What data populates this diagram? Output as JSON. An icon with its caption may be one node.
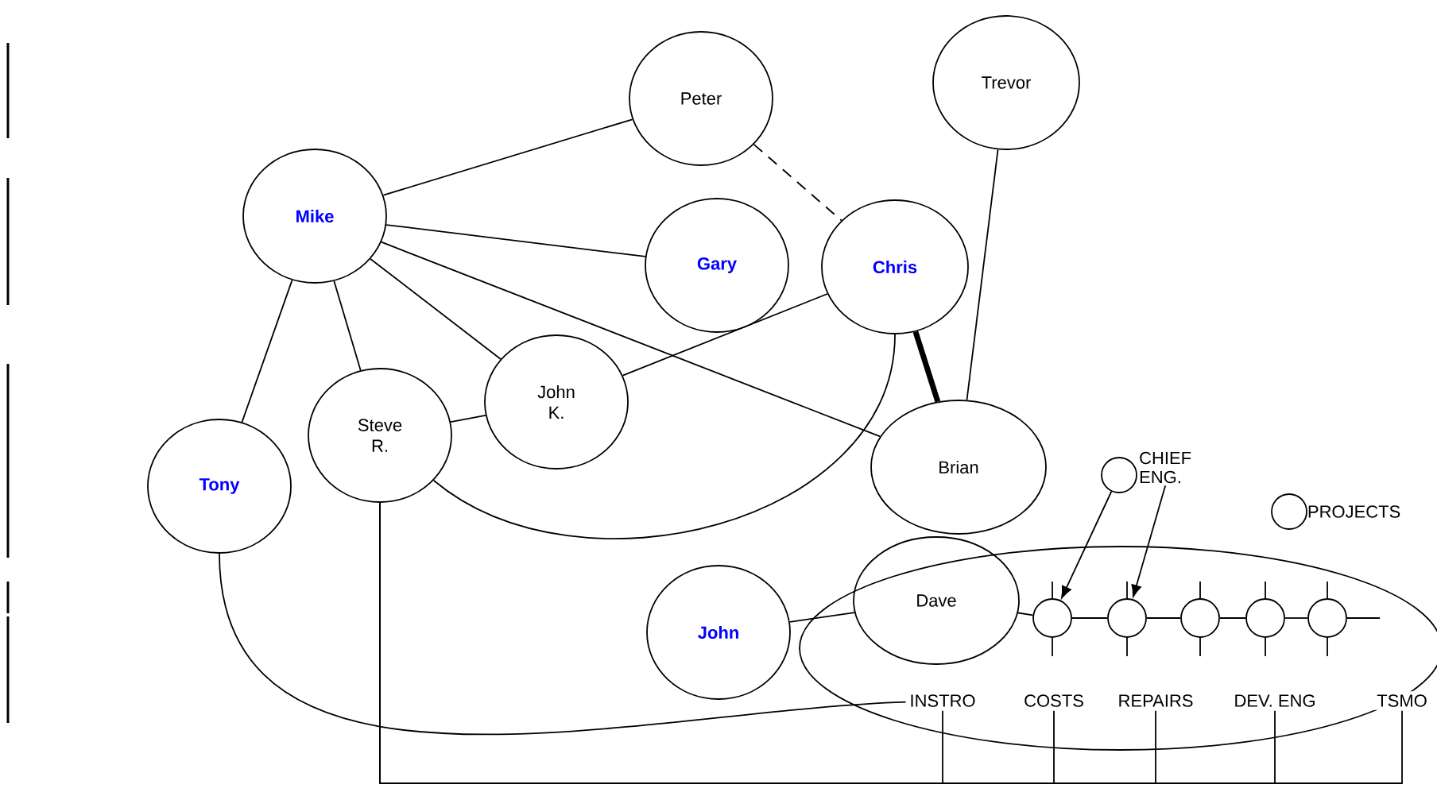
{
  "diagram": {
    "nodes": [
      {
        "text": [
          "Peter"
        ]
      },
      {
        "text": [
          "Trevor"
        ]
      },
      {
        "text": [
          "Mike"
        ]
      },
      {
        "text": [
          "Gary"
        ]
      },
      {
        "text": [
          "Chris"
        ]
      },
      {
        "text": [
          "John K."
        ]
      },
      {
        "text": [
          "Steve R."
        ]
      },
      {
        "text": [
          "Tony"
        ]
      },
      {
        "text": [
          "Brian"
        ]
      },
      {
        "text": [],
        "shape": "circle",
        "beside": [
          "CHIEF ENG."
        ]
      },
      {
        "text": [],
        "shape": "ellipse"
      },
      {
        "text": [
          "Dave"
        ],
        "in": 10
      },
      {
        "text": [],
        "shape": "circle",
        "in": 10
      },
      {
        "text": [],
        "shape": "circle",
        "in": 10
      },
      {
        "text": [],
        "shape": "circle",
        "in": 10
      },
      {
        "text": [],
        "shape": "circle",
        "in": 10
      },
      {
        "text": [],
        "shape": "circle",
        "in": 10
      },
      {
        "text": [
          "John"
        ]
      },
      {
        "text": [
          "INSTRO"
        ],
        "in": 10
      },
      {
        "text": [
          "COSTS"
        ],
        "in": 10
      },
      {
        "text": [
          "REPAIRS"
        ],
        "in": 10
      },
      {
        "text": [
          "DEV. ENG"
        ],
        "in": 10
      },
      {
        "text": [
          "TSMO"
        ]
      }
    ],
    "edges": [
      {
        "from": 2,
        "to": 0,
        "arrow": "none"
      },
      {
        "from": 0,
        "to": 4,
        "arrow": "none",
        "style": "dashed"
      },
      {
        "from": 1,
        "to": 8,
        "arrow": "none"
      },
      {
        "from": 2,
        "to": 3,
        "arrow": "none"
      },
      {
        "from": 2,
        "to": 8,
        "arrow": "none"
      },
      {
        "from": 2,
        "to": 5,
        "arrow": "none"
      },
      {
        "from": 2,
        "to": 6,
        "arrow": "none"
      },
      {
        "from": 2,
        "to": 7,
        "arrow": "none"
      },
      {
        "from": 5,
        "to": 4,
        "arrow": "none"
      },
      {
        "from": 6,
        "to": 5,
        "arrow": "none"
      },
      {
        "from": 4,
        "to": 8,
        "arrow": "none",
        "style": "thick"
      },
      {
        "from": 6,
        "to": 4,
        "arrow": "none"
      },
      {
        "from": 7,
        "to": 18,
        "arrow": "none"
      },
      {
        "from": 17,
        "to": 11,
        "arrow": "none"
      },
      {
        "from": 11,
        "to": 12,
        "arrow": "none"
      },
      {
        "from": 12,
        "to": 13,
        "arrow": "none"
      },
      {
        "from": 13,
        "to": 14,
        "arrow": "none"
      },
      {
        "from": 14,
        "to": 15,
        "arrow": "none"
      },
      {
        "from": 15,
        "to": 16,
        "arrow": "none"
      },
      {
        "from": 16,
        "to": null,
        "arrow": "none"
      },
      {
        "from": 9,
        "to": 12,
        "arrow": "to"
      },
      {
        "from": 9,
        "to": 13,
        "arrow": "to"
      },
      {
        "from": 6,
        "to": 18,
        "arrow": "none"
      },
      {
        "from": 6,
        "to": 19,
        "arrow": "none"
      },
      {
        "from": 6,
        "to": 20,
        "arrow": "none"
      },
      {
        "from": 6,
        "to": 21,
        "arrow": "none"
      },
      {
        "from": 6,
        "to": 22,
        "arrow": "none"
      }
    ],
    "legend": [
      {
        "text": "PROJECTS"
      }
    ]
  }
}
